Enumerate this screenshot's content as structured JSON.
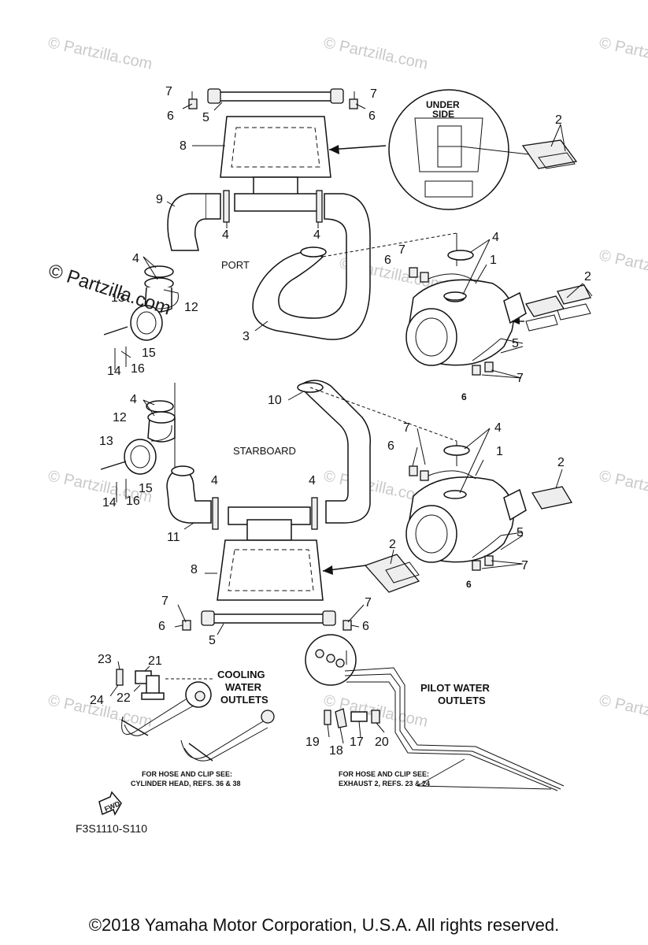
{
  "watermarks": [
    "© Partzilla.com",
    "© Partzilla.com",
    "© Partzilla.com",
    "© Partzilla.com",
    "© Partzilla.com",
    "© Partzilla.com",
    "© Partzilla.com",
    "© Partzilla.com",
    "© Partzilla.com",
    "© Partzilla.com",
    "© Partzilla.com"
  ],
  "watermark_main": "© Partzilla.com",
  "labels": {
    "under_side": "UNDER",
    "under_side2": "SIDE",
    "port": "PORT",
    "starboard": "STARBOARD",
    "cooling_1": "COOLING",
    "cooling_2": "WATER",
    "cooling_3": "OUTLETS",
    "pilot_1": "PILOT WATER",
    "pilot_2": "OUTLETS",
    "note_left_1": "FOR HOSE AND CLIP SEE:",
    "note_left_2": "CYLINDER HEAD, REFS. 36 & 38",
    "note_right_1": "FOR HOSE AND CLIP SEE:",
    "note_right_2": "EXHAUST 2, REFS. 23 & 24",
    "fwd": "FWD",
    "diagram_code": "F3S1110-S110"
  },
  "callouts": {
    "c7a": "7",
    "c6a": "6",
    "c5a": "5",
    "c7b": "7",
    "c6b": "6",
    "c8a": "8",
    "c2a": "2",
    "c9": "9",
    "c4a": "4",
    "c4b": "4",
    "c4c": "4",
    "c4d": "4",
    "c6c": "6",
    "c7c": "7",
    "c1a": "1",
    "c2b": "2",
    "c13a": "13",
    "c12a": "12",
    "c15a": "15",
    "c14a": "14",
    "c16a": "16",
    "c3": "3",
    "c5b": "5",
    "c7d": "7",
    "c6d": "6",
    "c4e": "4",
    "c10": "10",
    "c12b": "12",
    "c13b": "13",
    "c7e": "7",
    "c4f": "4",
    "c6e": "6",
    "c1b": "1",
    "c2c": "2",
    "c15b": "15",
    "c14b": "14",
    "c16b": "16",
    "c4g": "4",
    "c4h": "4",
    "c11": "11",
    "c5c": "5",
    "c7f": "7",
    "c6f": "6",
    "c2d": "2",
    "c8b": "8",
    "c7g": "7",
    "c7h": "7",
    "c6g": "6",
    "c5d": "5",
    "c6h": "6",
    "c23": "23",
    "c21": "21",
    "c24": "24",
    "c22": "22",
    "c19": "19",
    "c18": "18",
    "c17": "17",
    "c20": "20"
  },
  "copyright": "©2018  Yamaha Motor Corporation, U.S.A. All rights reserved."
}
